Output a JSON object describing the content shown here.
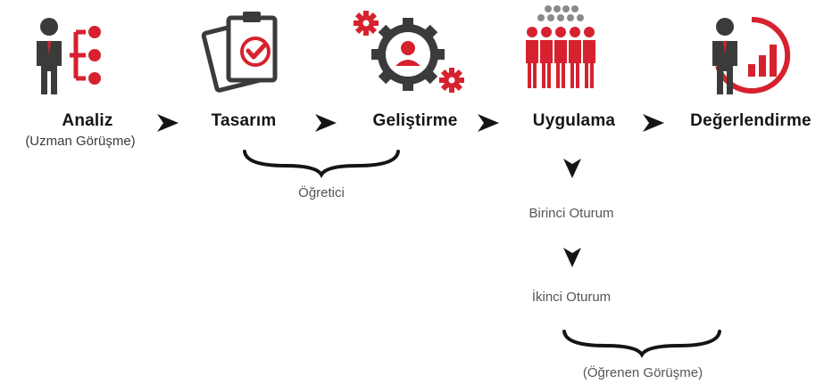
{
  "steps": [
    {
      "title": "Analiz",
      "subtitle": "(Uzman Görüşme)",
      "icon": "analyst-hierarchy-icon"
    },
    {
      "title": "Tasarım",
      "icon": "clipboard-check-icon"
    },
    {
      "title": "Geliştirme",
      "icon": "gears-user-icon"
    },
    {
      "title": "Uygulama",
      "icon": "group-people-icon"
    },
    {
      "title": "Değerlendirme",
      "icon": "analyst-chart-icon"
    }
  ],
  "brace_label_1": "Öğretici",
  "sessions": [
    "Birinci Oturum",
    "İkinci Oturum"
  ],
  "brace_label_2": "(Öğrenen Görüşme)",
  "colors": {
    "accent": "#d6222e",
    "dark": "#3b3b3b",
    "text": "#151515"
  }
}
